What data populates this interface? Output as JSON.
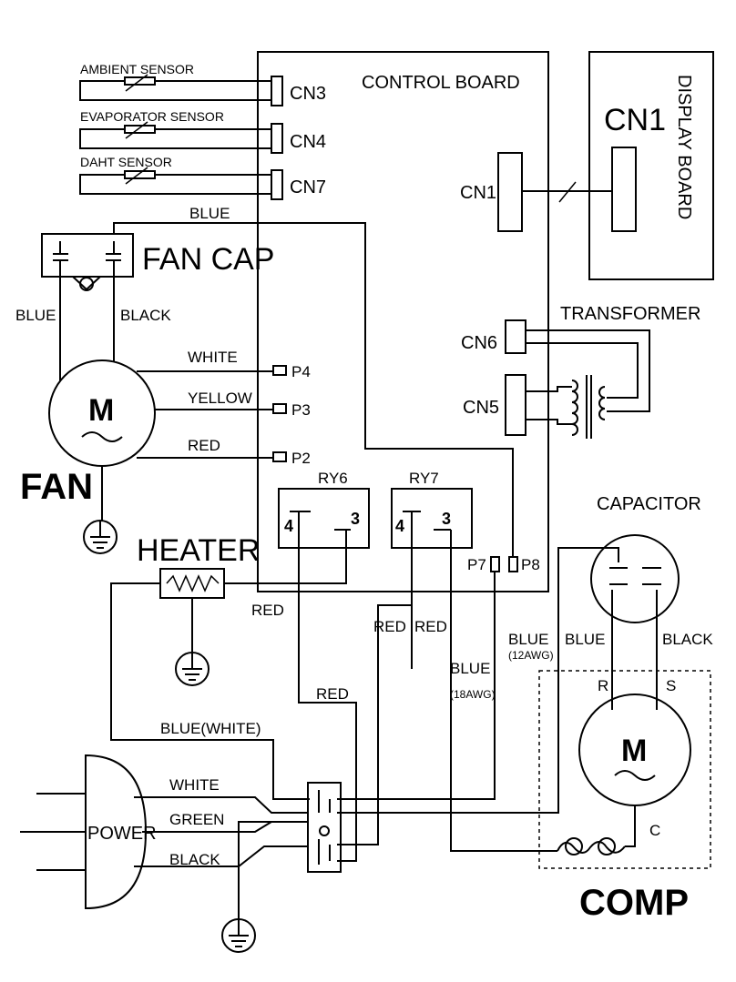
{
  "labels": {
    "control_board": "CONTROL BOARD",
    "display_board": "DISPLAY BOARD",
    "display_cn1": "CN1",
    "cn1": "CN1",
    "cn3": "CN3",
    "cn4": "CN4",
    "cn7": "CN7",
    "cn6": "CN6",
    "cn5": "CN5",
    "ambient_sensor": "AMBIENT SENSOR",
    "evaporator_sensor": "EVAPORATOR SENSOR",
    "daht_sensor": "DAHT SENSOR",
    "fan_cap": "FAN CAP",
    "transformer": "TRANSFORMER",
    "fan": "FAN",
    "heater": "HEATER",
    "capacitor": "CAPACITOR",
    "power": "POWER",
    "comp": "COMP",
    "motor": "M",
    "p2": "P2",
    "p3": "P3",
    "p4": "P4",
    "p7": "P7",
    "p8": "P8",
    "ry6": "RY6",
    "ry7": "RY7",
    "relay_pin_4": "4",
    "relay_pin_3": "3",
    "comp_r": "R",
    "comp_s": "S",
    "comp_c": "C"
  },
  "wire_labels": {
    "blue_top": "BLUE",
    "blue_fan": "BLUE",
    "black_fan": "BLACK",
    "white_fan": "WHITE",
    "yellow_fan": "YELLOW",
    "red_fan": "RED",
    "red_heater": "RED",
    "red_ry7_a": "RED",
    "red_ry7_b": "RED",
    "red_mid": "RED",
    "blue_white": "BLUE(WHITE)",
    "blue_18awg": "BLUE",
    "awg18": "(18AWG)",
    "blue_12awg": "BLUE",
    "awg12": "(12AWG)",
    "blue_cap": "BLUE",
    "black_cap": "BLACK",
    "white_power": "WHITE",
    "green_power": "GREEN",
    "black_power": "BLACK"
  },
  "icons": [
    "ground-icon",
    "motor-icon",
    "resistor-icon",
    "thermal-fuse-icon",
    "transformer-icon"
  ],
  "colors": {
    "line": "#000000",
    "background": "#ffffff"
  }
}
